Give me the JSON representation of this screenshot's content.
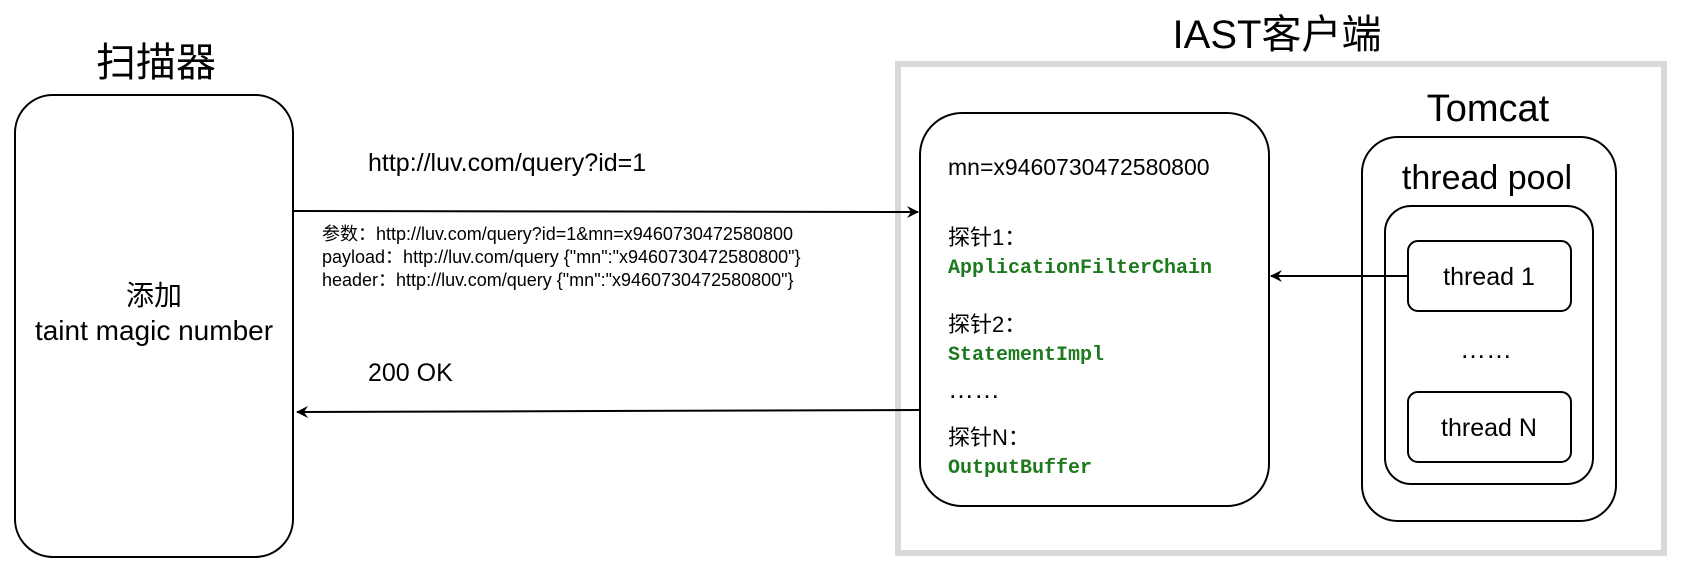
{
  "scanner": {
    "title": "扫描器",
    "body_line1": "添加",
    "body_line2": "taint magic number"
  },
  "client": {
    "title": "IAST客户端",
    "probe_box": {
      "mn_text": "mn=x9460730472580800",
      "probe1_label": "探针1：",
      "probe1_class": "ApplicationFilterChain",
      "probe2_label": "探针2：",
      "probe2_class": "StatementImpl",
      "ellipsis": "……",
      "probeN_label": "探针N：",
      "probeN_class": "OutputBuffer"
    },
    "tomcat": {
      "title": "Tomcat",
      "pool_title": "thread pool",
      "thread1": "thread 1",
      "ellipsis": "……",
      "threadN": "thread N"
    }
  },
  "request": {
    "url": "http://luv.com/query?id=1",
    "param_line": "参数：http://luv.com/query?id=1&mn=x9460730472580800",
    "payload_line": "payload：http://luv.com/query {\"mn\":\"x9460730472580800\"}",
    "header_line": "header：http://luv.com/query {\"mn\":\"x9460730472580800\"}"
  },
  "response": {
    "label": "200 OK"
  },
  "colors": {
    "stroke": "#000000",
    "client_frame": "#d9d9d9",
    "probe_class": "#1f7a1f",
    "text": "#000000"
  }
}
